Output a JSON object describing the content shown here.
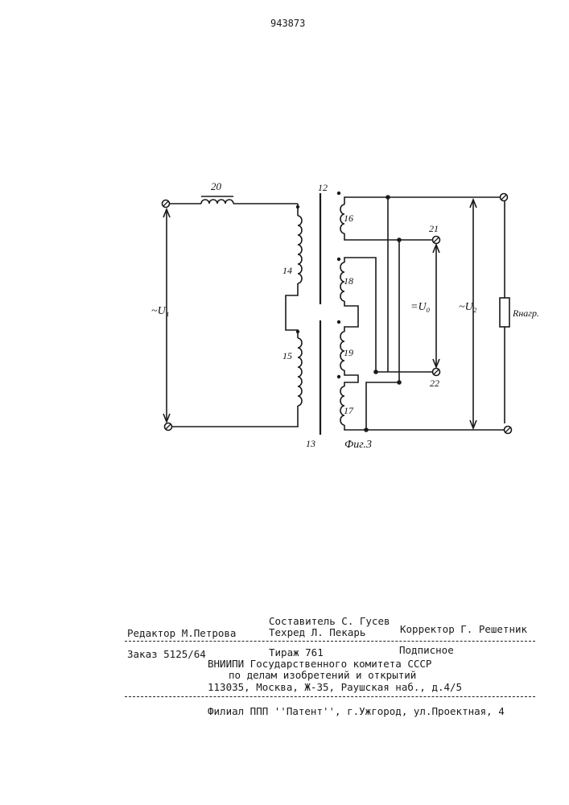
{
  "document": {
    "patent_number": "943873"
  },
  "figure": {
    "caption": "Фиг.3",
    "labels": {
      "inductor": "20",
      "core_top": "12",
      "core_bottom": "13",
      "winding_14": "14",
      "winding_15": "15",
      "winding_16": "16",
      "winding_17": "17",
      "winding_18": "18",
      "winding_19": "19",
      "terminal_21": "21",
      "terminal_22": "22",
      "input_voltage": "~U₁",
      "dc_voltage": "=U₀",
      "output_voltage": "~U₂",
      "load_resistor": "Rнагр."
    }
  },
  "colophon": {
    "editor": "Редактор М.Петрова",
    "compiler": "Составитель С. Гусев",
    "techred": "Техред Л. Пекарь",
    "corrector": "Корректор Г. Решетник",
    "order": "Заказ 5125/64",
    "circulation": "Тираж 761",
    "subscription": "Подписное",
    "org_line1": "ВНИИПИ Государственного комитета СССР",
    "org_line2": "по делам изобретений и открытий",
    "address": "113035, Москва, Ж-35, Раушская наб., д.4/5",
    "branch": "Филиал ППП ''Патент'', г.Ужгород, ул.Проектная, 4"
  }
}
